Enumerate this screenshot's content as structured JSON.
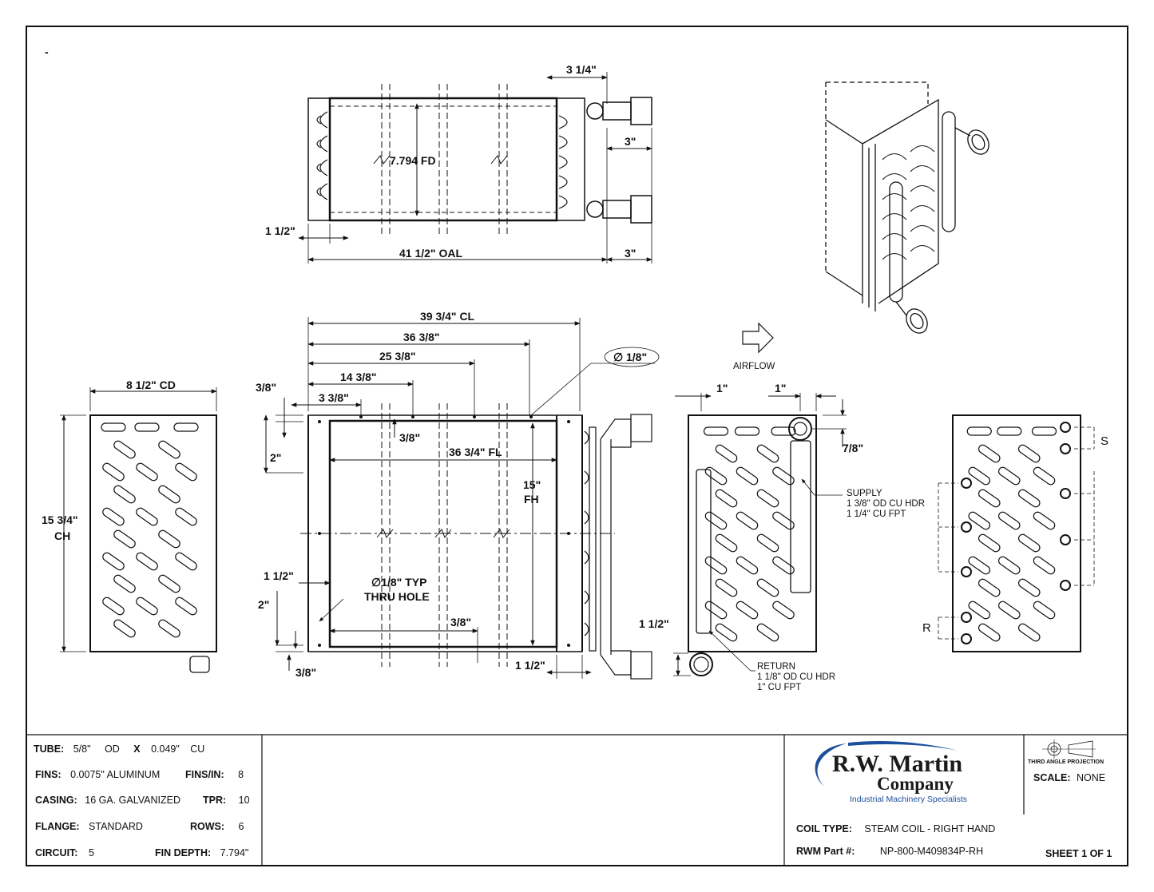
{
  "corner_mark": "-",
  "top_view": {
    "fin_depth_label": "7.794 FD",
    "header_offset": "3 1/4\"",
    "conn_supply": "3\"",
    "flange_left": "1 1/2\"",
    "oal": "41 1/2\" OAL",
    "conn_bottom": "3\""
  },
  "front_view": {
    "cl": "39 3/4\" CL",
    "d36_38": "36 3/8\"",
    "d25_38": "25 3/8\"",
    "d14_38": "14 3/8\"",
    "d3_38": "3 3/8\"",
    "hole_top": "3/8\"",
    "hole_dia": "1/8\"",
    "hole_dia_sym": "∅",
    "inner_38": "3/8\"",
    "two_in_top": "2\"",
    "fl": "36 3/4\" FL",
    "fh_1": "15\"",
    "fh_2": "FH",
    "flange_1_5": "1 1/2\"",
    "typ_hole_1": "∅1/8\" TYP",
    "typ_hole_2": "THRU HOLE",
    "two_in_bottom": "2\"",
    "bottom_38": "3/8\"",
    "bottom_inner_38": "3/8\"",
    "right_flange": "1 1/2\""
  },
  "left_view": {
    "cd": "8 1/2\" CD",
    "ch_1": "15 3/4\"",
    "ch_2": "CH"
  },
  "right_view": {
    "airflow": "AIRFLOW",
    "one_in_a": "1\"",
    "one_in_b": "1\"",
    "seven_eighths": "7/8\"",
    "supply_1": "SUPPLY",
    "supply_2": "1 3/8\" OD CU HDR",
    "supply_3": "1 1/4\" CU FPT",
    "ret_offset": "1 1/2\"",
    "return_1": "RETURN",
    "return_2": "1 1/8\" OD CU HDR",
    "return_3": "1\" CU FPT"
  },
  "circuit_view": {
    "s": "S",
    "r": "R"
  },
  "title_block": {
    "tube_label": "TUBE:",
    "tube_od": "5/8\"",
    "od": "OD",
    "x": "X",
    "wall": "0.049\"",
    "cu": "CU",
    "fins_label": "FINS:",
    "fins": "0.0075\" ALUMINUM",
    "fins_in_label": "FINS/IN:",
    "fins_in": "8",
    "casing_label": "CASING:",
    "casing": "16 GA.  GALVANIZED",
    "tpr_label": "TPR:",
    "tpr": "10",
    "flange_label": "FLANGE:",
    "flange": "STANDARD",
    "rows_label": "ROWS:",
    "rows": "6",
    "circuit_label": "CIRCUIT:",
    "circuit": "5",
    "fin_depth_label": "FIN DEPTH:",
    "fin_depth": "7.794\"",
    "logo_1": "R.W. Martin",
    "logo_2": "Company",
    "logo_tag": "Industrial Machinery Specialists",
    "projection": "THIRD ANGLE PROJECTION",
    "scale_label": "SCALE:",
    "scale": "NONE",
    "coil_type_label": "COIL TYPE:",
    "coil_type": "STEAM COIL - RIGHT HAND",
    "part_label": "RWM Part #:",
    "part": "NP-800-M409834P-RH",
    "sheet": "SHEET 1 OF 1"
  },
  "colors": {
    "ink": "#111111",
    "logo_blue": "#1d4f9c",
    "logo_dark": "#1a1a1a"
  }
}
